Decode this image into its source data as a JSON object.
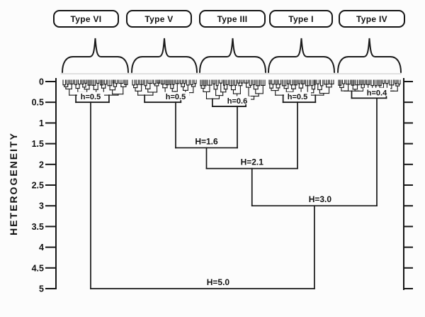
{
  "chart_data": {
    "type": "dendrogram",
    "title": "",
    "ylabel": "HETEROGENEITY",
    "ylim": [
      0,
      5
    ],
    "ytick_labels": [
      "0",
      "0.5",
      "1",
      "1.5",
      "2",
      "2.5",
      "3",
      "3.5",
      "4",
      "4.5",
      "5"
    ],
    "orientation": "leaves at top, heterogeneity increases downward",
    "axis_sides": [
      "left",
      "right"
    ],
    "grid": false,
    "groups": [
      {
        "label": "Type VI",
        "within_merge_label": "h=0.5",
        "within_merge_height": 0.5
      },
      {
        "label": "Type V",
        "within_merge_label": "h=0.5",
        "within_merge_height": 0.5
      },
      {
        "label": "Type III",
        "within_merge_label": "h=0.6",
        "within_merge_height": 0.6
      },
      {
        "label": "Type I",
        "within_merge_label": "h=0.5",
        "within_merge_height": 0.5
      },
      {
        "label": "Type IV",
        "within_merge_label": "h=0.4",
        "within_merge_height": 0.4
      }
    ],
    "merges": [
      {
        "label": "H=1.6",
        "height": 1.6,
        "joins": [
          "Type V",
          "Type III"
        ]
      },
      {
        "label": "H=2.1",
        "height": 2.1,
        "joins": [
          "Type V + Type III",
          "Type I"
        ]
      },
      {
        "label": "H=3.0",
        "height": 3.0,
        "joins": [
          "Type V + Type III + Type I",
          "Type IV"
        ]
      },
      {
        "label": "H=5.0",
        "height": 5.0,
        "joins": [
          "Type VI",
          "Type V + Type III + Type I + Type IV"
        ]
      }
    ]
  }
}
